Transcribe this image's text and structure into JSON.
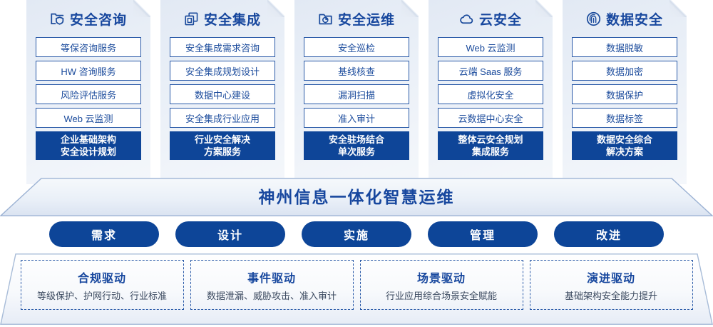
{
  "columns": [
    {
      "icon": "folder-shield-icon",
      "title": "安全咨询",
      "services": [
        "等保咨询服务",
        "HW 咨询服务",
        "风险评估服务",
        "Web 云监测"
      ],
      "solution": [
        "企业基础架构",
        "安全设计规划"
      ]
    },
    {
      "icon": "stacked-documents-icon",
      "title": "安全集成",
      "services": [
        "安全集成需求咨询",
        "安全集成规划设计",
        "数据中心建设",
        "安全集成行业应用"
      ],
      "solution": [
        "行业安全解决",
        "方案服务"
      ]
    },
    {
      "icon": "folder-chart-icon",
      "title": "安全运维",
      "services": [
        "安全巡检",
        "基线核查",
        "漏洞扫描",
        "准入审计"
      ],
      "solution": [
        "安全驻场结合",
        "单次服务"
      ]
    },
    {
      "icon": "cloud-icon",
      "title": "云安全",
      "services": [
        "Web 云监测",
        "云端 Saas 服务",
        "虚拟化安全",
        "云数据中心安全"
      ],
      "solution": [
        "整体云安全规划",
        "集成服务"
      ]
    },
    {
      "icon": "fingerprint-icon",
      "title": "数据安全",
      "services": [
        "数据脱敏",
        "数据加密",
        "数据保护",
        "数据标签"
      ],
      "solution": [
        "数据安全综合",
        "解决方案"
      ]
    }
  ],
  "banner": {
    "title": "神州信息一体化智慧运维"
  },
  "pills": [
    {
      "label": "需求"
    },
    {
      "label": "设计"
    },
    {
      "label": "实施"
    },
    {
      "label": "管理"
    },
    {
      "label": "改进"
    }
  ],
  "drivers": [
    {
      "title": "合规驱动",
      "subtitle": "等级保护、护网行动、行业标准"
    },
    {
      "title": "事件驱动",
      "subtitle": "数据泄漏、威胁攻击、准入审计"
    },
    {
      "title": "场景驱动",
      "subtitle": "行业应用综合场景安全赋能"
    },
    {
      "title": "演进驱动",
      "subtitle": "基础架构安全能力提升"
    }
  ],
  "colors": {
    "brand_blue": "#17479e",
    "solution_blue": "#0e4598",
    "pill_blue": "#0d4598",
    "panel_gradient_start": "#e2e9f4",
    "panel_gradient_end": "#f4f7fb",
    "box_border": "#2a5aa8",
    "body_text": "#3c4a60"
  }
}
